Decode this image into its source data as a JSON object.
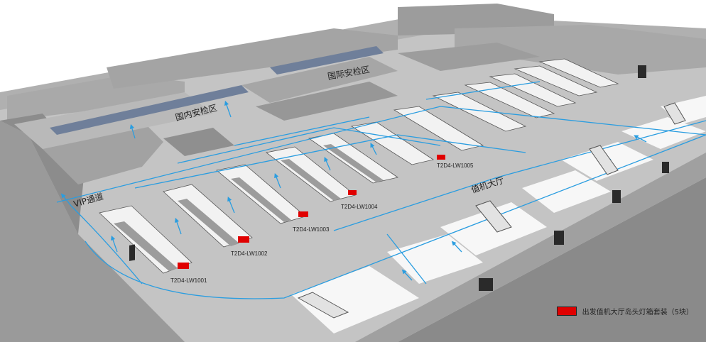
{
  "zones": {
    "domestic_security": "国内安检区",
    "international_security": "国际安检区",
    "checkin_hall": "值机大厅",
    "vip_channel": "VIP通道"
  },
  "counters": [
    {
      "id": "c1",
      "label": "T2D4-LW1001"
    },
    {
      "id": "c2",
      "label": "T2D4-LW1002"
    },
    {
      "id": "c3",
      "label": "T2D4-LW1003"
    },
    {
      "id": "c4",
      "label": "T2D4-LW1004"
    },
    {
      "id": "c5",
      "label": "T2D4-LW1005"
    }
  ],
  "legend": {
    "label": "出发值机大厅岛头灯箱套装（5块）",
    "swatch_color": "#e00000"
  },
  "colors": {
    "floor": "#c4c4c4",
    "wall": "#9a9a9a",
    "wall_dark": "#7e7e7e",
    "island": "#f2f2f2",
    "flow_line": "#2a9de0",
    "lightbox": "#e00000"
  }
}
